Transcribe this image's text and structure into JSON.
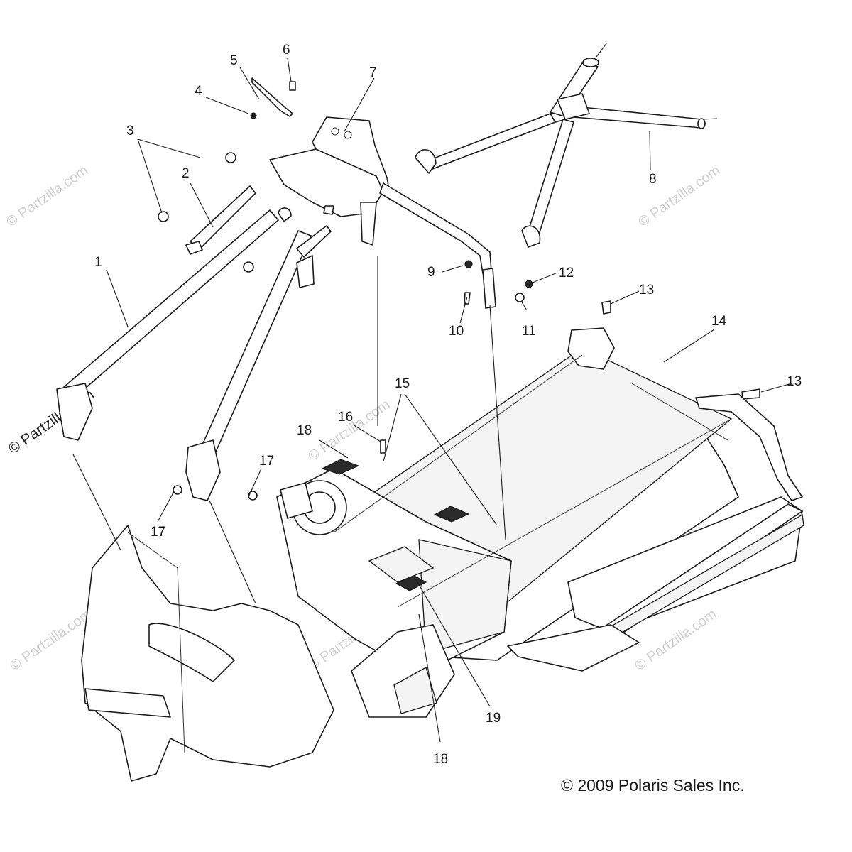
{
  "callouts": [
    "1",
    "2",
    "3",
    "4",
    "5",
    "6",
    "7",
    "8",
    "9",
    "10",
    "11",
    "12",
    "13",
    "13",
    "14",
    "15",
    "16",
    "17",
    "17",
    "18",
    "18",
    "19"
  ],
  "copyright": "© 2009 Polaris Sales Inc.",
  "watermark": "© Partzilla.com",
  "watermark_prominent": "© Partzilla.com"
}
